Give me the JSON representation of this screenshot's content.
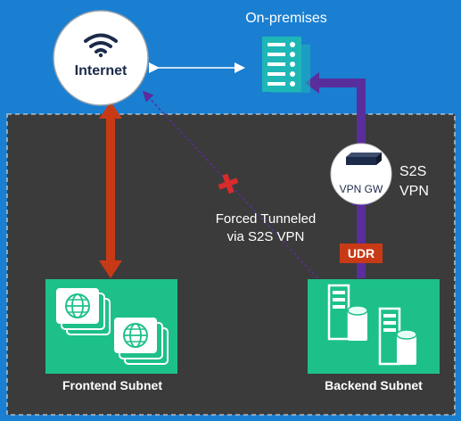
{
  "nodes": {
    "internet": {
      "label": "Internet",
      "icon": "wifi-icon"
    },
    "onprem": {
      "label": "On-premises",
      "icon": "server-stack-icon"
    },
    "vpn_gw": {
      "label": "VPN GW",
      "icon": "vpn-gateway-icon"
    },
    "s2s": {
      "line1": "S2S",
      "line2": "VPN"
    },
    "frontend": {
      "label": "Frontend Subnet",
      "icon": "web-globe-icon"
    },
    "backend": {
      "label": "Backend Subnet",
      "icon": "database-server-icon"
    },
    "udr": {
      "label": "UDR"
    }
  },
  "annotation": {
    "line1": "Forced Tunneled",
    "line2": "via S2S VPN",
    "blocked_marker": "plus-icon"
  },
  "colors": {
    "background": "#1a7fd1",
    "vnet_box": "#3b3b3b",
    "subnet": "#1ec08a",
    "internet_arrow": "#c83a16",
    "vpn_path": "#5a2d9c",
    "udr_badge": "#c83a16",
    "onprem_icon": "#1fb6b6"
  }
}
